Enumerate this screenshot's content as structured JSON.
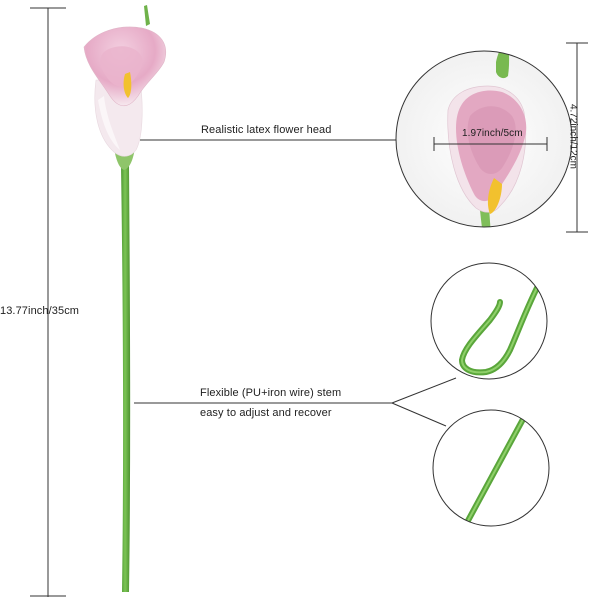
{
  "dimensions": {
    "total_height": "13.77inch/35cm",
    "head_width": "1.97inch/5cm",
    "head_height": "4.72inch/12cm"
  },
  "callouts": {
    "head": "Realistic latex flower head",
    "stem_line1": "Flexible (PU+iron wire) stem",
    "stem_line2": "easy to adjust and recover"
  },
  "colors": {
    "petal_pink": "#e9b6cc",
    "petal_white": "#f7eef2",
    "stem_green": "#67b045",
    "spadix_yellow": "#f2c12e",
    "line": "#333333"
  }
}
